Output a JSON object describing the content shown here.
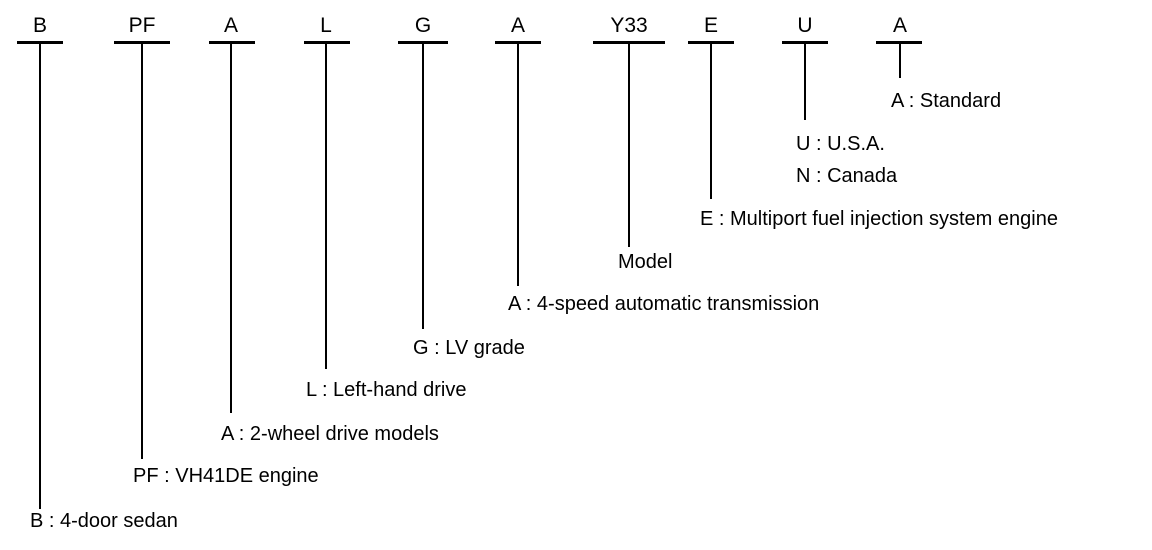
{
  "codes": [
    {
      "letter": "B",
      "descriptions": [
        "B : 4-door sedan"
      ]
    },
    {
      "letter": "PF",
      "descriptions": [
        "PF : VH41DE engine"
      ]
    },
    {
      "letter": "A",
      "descriptions": [
        "A : 2-wheel drive models"
      ]
    },
    {
      "letter": "L",
      "descriptions": [
        "L : Left-hand drive"
      ]
    },
    {
      "letter": "G",
      "descriptions": [
        "G : LV grade"
      ]
    },
    {
      "letter": "A",
      "descriptions": [
        "A : 4-speed automatic transmission"
      ]
    },
    {
      "letter": "Y33",
      "descriptions": [
        "Model"
      ]
    },
    {
      "letter": "E",
      "descriptions": [
        "E : Multiport fuel injection system engine"
      ]
    },
    {
      "letter": "U",
      "descriptions": [
        "U : U.S.A.",
        "N : Canada"
      ]
    },
    {
      "letter": "A",
      "descriptions": [
        "A : Standard"
      ]
    }
  ]
}
